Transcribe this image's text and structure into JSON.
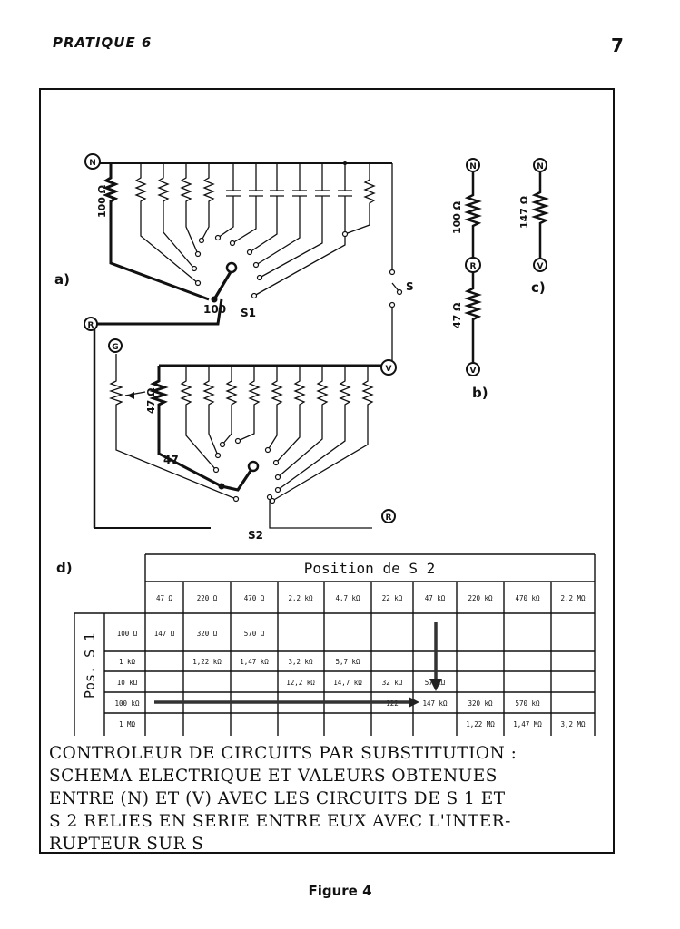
{
  "header": {
    "left": "PRATIQUE 6",
    "page_number": "7"
  },
  "schematic": {
    "section_labels": {
      "a": "a)",
      "b": "b)",
      "c": "c)",
      "d": "d)"
    },
    "terminals": {
      "n": "N",
      "r": "R",
      "v": "V",
      "g": "G"
    },
    "resistor_labels": {
      "r100": "100 Ω",
      "r47": "47 Ω",
      "r147": "147 Ω"
    },
    "switch_labels": {
      "s1": "S1",
      "s2": "S2",
      "s": "S",
      "pos100": "100",
      "pos47": "47"
    }
  },
  "table": {
    "title": "Position de S 2",
    "row_header": "Pos. S 1",
    "columns": [
      "47 Ω",
      "220 Ω",
      "470 Ω",
      "2,2 kΩ",
      "4,7 kΩ",
      "22 kΩ",
      "47 kΩ",
      "220 kΩ",
      "470 kΩ",
      "2,2 MΩ"
    ],
    "rows": [
      {
        "label": "100 Ω",
        "cells": [
          "147 Ω",
          "320 Ω",
          "570 Ω",
          "",
          "",
          "",
          "",
          "",
          "",
          ""
        ]
      },
      {
        "label": "1 kΩ",
        "cells": [
          "",
          "1,22 kΩ",
          "1,47 kΩ",
          "3,2 kΩ",
          "5,7 kΩ",
          "",
          "",
          "",
          "",
          ""
        ]
      },
      {
        "label": "10 kΩ",
        "cells": [
          "",
          "",
          "",
          "12,2 kΩ",
          "14,7 kΩ",
          "32 kΩ",
          "57 kΩ",
          "",
          "",
          ""
        ]
      },
      {
        "label": "100 kΩ",
        "cells": [
          "",
          "",
          "",
          "",
          "",
          "122",
          "147 kΩ",
          "320 kΩ",
          "570 kΩ",
          ""
        ]
      },
      {
        "label": "1 MΩ",
        "cells": [
          "",
          "",
          "",
          "",
          "",
          "",
          "",
          "1,22 MΩ",
          "1,47 MΩ",
          "3,2 MΩ"
        ]
      }
    ]
  },
  "caption_lines": [
    "CONTROLEUR DE CIRCUITS PAR SUBSTITUTION :",
    "SCHEMA ELECTRIQUE ET VALEURS OBTENUES",
    "ENTRE (N) ET (V) AVEC LES CIRCUITS DE S 1 ET",
    "S 2 RELIES EN SERIE ENTRE EUX AVEC L'INTER-",
    "RUPTEUR SUR S"
  ],
  "figure_label": "Figure 4"
}
